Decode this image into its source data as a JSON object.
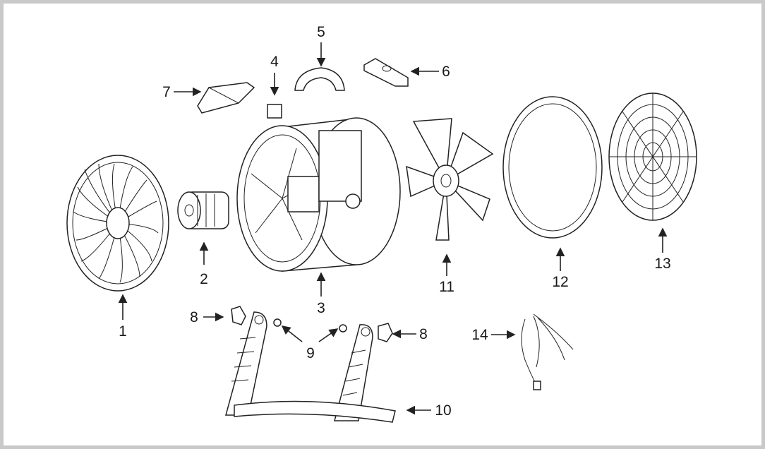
{
  "diagram": {
    "labels": [
      {
        "id": "1",
        "text": "1"
      },
      {
        "id": "2",
        "text": "2"
      },
      {
        "id": "3",
        "text": "3"
      },
      {
        "id": "4",
        "text": "4"
      },
      {
        "id": "5",
        "text": "5"
      },
      {
        "id": "6",
        "text": "6"
      },
      {
        "id": "7",
        "text": "7"
      },
      {
        "id": "8a",
        "text": "8"
      },
      {
        "id": "8b",
        "text": "8"
      },
      {
        "id": "9",
        "text": "9"
      },
      {
        "id": "10",
        "text": "10"
      },
      {
        "id": "11",
        "text": "11"
      },
      {
        "id": "12",
        "text": "12"
      },
      {
        "id": "13",
        "text": "13"
      },
      {
        "id": "14",
        "text": "14"
      }
    ]
  }
}
